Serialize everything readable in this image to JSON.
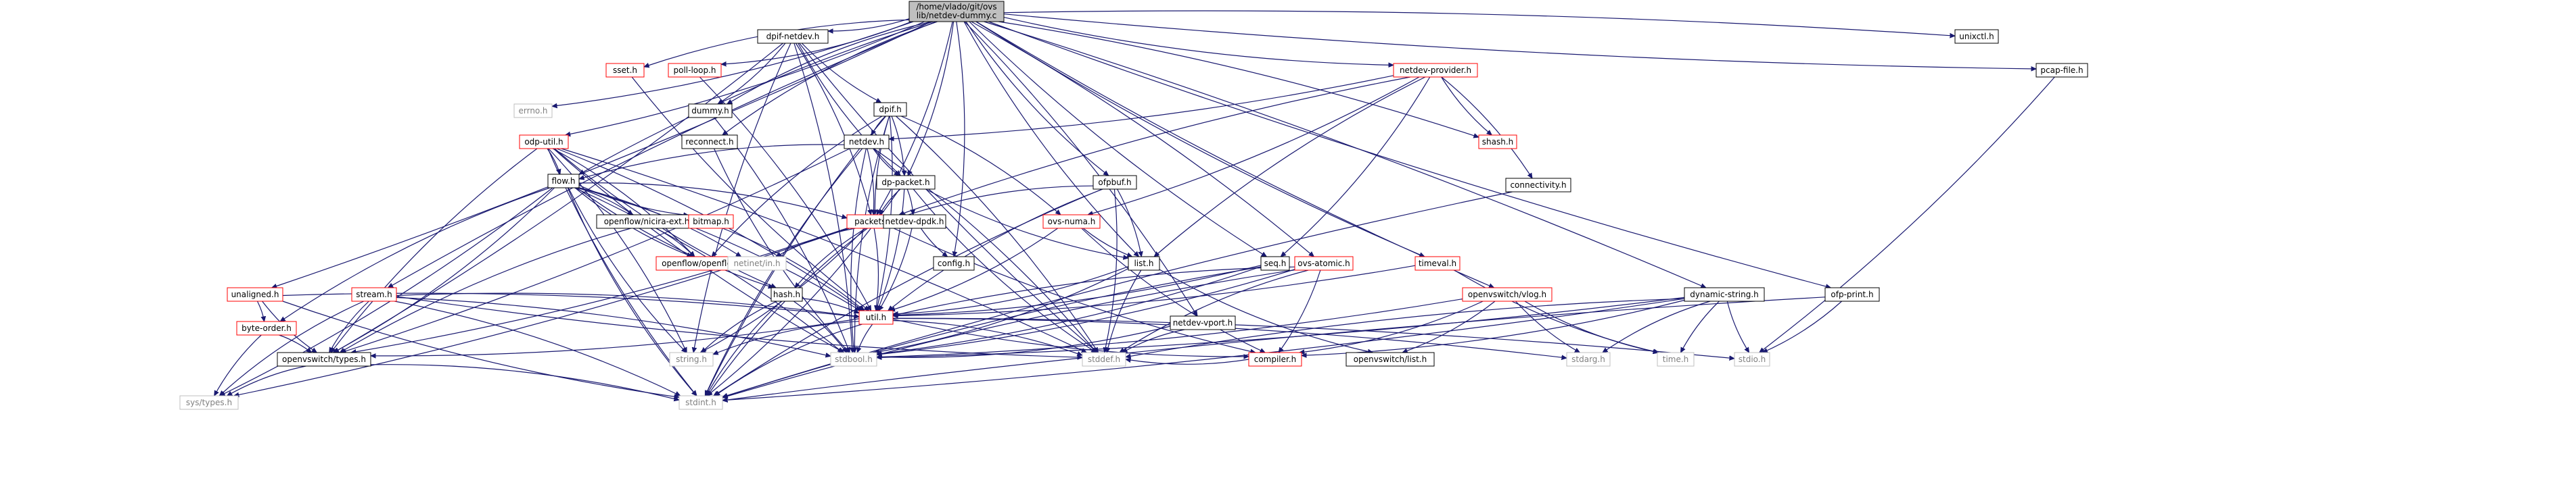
{
  "diagram": {
    "kind": "include-dependency-graph",
    "colors": {
      "edge": "#191970",
      "root_fill": "#bfbfbf",
      "box_border_normal": "#000000",
      "box_border_link": "#ff0000",
      "box_border_external": "#bfbfbf",
      "text_normal": "#000000",
      "text_external": "#808080",
      "text_link": "#ff0000"
    },
    "root": {
      "id": "root",
      "lines": [
        "/home/vlado/git/ovs",
        "lib/netdev-dummy.c"
      ]
    },
    "nodes": [
      {
        "id": "dpif-netdev",
        "label": "dpif-netdev.h",
        "style": "normal"
      },
      {
        "id": "sset",
        "label": "sset.h",
        "style": "link"
      },
      {
        "id": "poll-loop",
        "label": "poll-loop.h",
        "style": "link"
      },
      {
        "id": "netdev-provider",
        "label": "netdev-provider.h",
        "style": "link"
      },
      {
        "id": "unixctl",
        "label": "unixctl.h",
        "style": "normal"
      },
      {
        "id": "pcap-file",
        "label": "pcap-file.h",
        "style": "normal"
      },
      {
        "id": "errno",
        "label": "errno.h",
        "style": "external"
      },
      {
        "id": "dummy",
        "label": "dummy.h",
        "style": "normal"
      },
      {
        "id": "dpif",
        "label": "dpif.h",
        "style": "normal"
      },
      {
        "id": "odp-util",
        "label": "odp-util.h",
        "style": "link"
      },
      {
        "id": "reconnect",
        "label": "reconnect.h",
        "style": "normal"
      },
      {
        "id": "netdev",
        "label": "netdev.h",
        "style": "normal"
      },
      {
        "id": "shash",
        "label": "shash.h",
        "style": "link"
      },
      {
        "id": "connectivity",
        "label": "connectivity.h",
        "style": "normal"
      },
      {
        "id": "flow",
        "label": "flow.h",
        "style": "normal"
      },
      {
        "id": "dp-packet",
        "label": "dp-packet.h",
        "style": "normal"
      },
      {
        "id": "ofpbuf",
        "label": "ofpbuf.h",
        "style": "normal"
      },
      {
        "id": "nicira-ext",
        "label": "openflow/nicira-ext.h",
        "style": "normal"
      },
      {
        "id": "bitmap",
        "label": "bitmap.h",
        "style": "link"
      },
      {
        "id": "packets",
        "label": "packets.h",
        "style": "link"
      },
      {
        "id": "netdev-dpdk",
        "label": "netdev-dpdk.h",
        "style": "normal"
      },
      {
        "id": "ovs-numa",
        "label": "ovs-numa.h",
        "style": "link"
      },
      {
        "id": "openflow",
        "label": "openflow/openflow.h",
        "style": "link"
      },
      {
        "id": "netinet-in",
        "label": "netinet/in.h",
        "style": "external"
      },
      {
        "id": "config",
        "label": "config.h",
        "style": "normal"
      },
      {
        "id": "list",
        "label": "list.h",
        "style": "normal"
      },
      {
        "id": "seq",
        "label": "seq.h",
        "style": "normal"
      },
      {
        "id": "ovs-atomic",
        "label": "ovs-atomic.h",
        "style": "link"
      },
      {
        "id": "timeval",
        "label": "timeval.h",
        "style": "link"
      },
      {
        "id": "unaligned",
        "label": "unaligned.h",
        "style": "link"
      },
      {
        "id": "stream",
        "label": "stream.h",
        "style": "link"
      },
      {
        "id": "hash",
        "label": "hash.h",
        "style": "normal"
      },
      {
        "id": "util",
        "label": "util.h",
        "style": "link"
      },
      {
        "id": "byte-order",
        "label": "byte-order.h",
        "style": "link"
      },
      {
        "id": "netdev-vport",
        "label": "netdev-vport.h",
        "style": "normal"
      },
      {
        "id": "vlog",
        "label": "openvswitch/vlog.h",
        "style": "link"
      },
      {
        "id": "dynamic-string",
        "label": "dynamic-string.h",
        "style": "normal"
      },
      {
        "id": "ofp-print",
        "label": "ofp-print.h",
        "style": "normal"
      },
      {
        "id": "ovs-types",
        "label": "openvswitch/types.h",
        "style": "normal"
      },
      {
        "id": "string",
        "label": "string.h",
        "style": "external"
      },
      {
        "id": "stdbool",
        "label": "stdbool.h",
        "style": "external"
      },
      {
        "id": "stddef",
        "label": "stddef.h",
        "style": "external"
      },
      {
        "id": "compiler",
        "label": "compiler.h",
        "style": "link"
      },
      {
        "id": "ovs-list",
        "label": "openvswitch/list.h",
        "style": "normal"
      },
      {
        "id": "stdarg",
        "label": "stdarg.h",
        "style": "external"
      },
      {
        "id": "time",
        "label": "time.h",
        "style": "external"
      },
      {
        "id": "stdio",
        "label": "stdio.h",
        "style": "external"
      },
      {
        "id": "sys-types",
        "label": "sys/types.h",
        "style": "external"
      },
      {
        "id": "stdint",
        "label": "stdint.h",
        "style": "external"
      }
    ],
    "edges": [
      [
        "root",
        "dpif-netdev"
      ],
      [
        "root",
        "sset"
      ],
      [
        "root",
        "poll-loop"
      ],
      [
        "root",
        "netdev-provider"
      ],
      [
        "root",
        "unixctl"
      ],
      [
        "root",
        "pcap-file"
      ],
      [
        "root",
        "errno"
      ],
      [
        "root",
        "dummy"
      ],
      [
        "root",
        "odp-util"
      ],
      [
        "root",
        "reconnect"
      ],
      [
        "root",
        "shash"
      ],
      [
        "root",
        "flow"
      ],
      [
        "root",
        "dp-packet"
      ],
      [
        "root",
        "ofpbuf"
      ],
      [
        "root",
        "packets"
      ],
      [
        "root",
        "list"
      ],
      [
        "root",
        "ovs-atomic"
      ],
      [
        "root",
        "timeval"
      ],
      [
        "root",
        "unaligned"
      ],
      [
        "root",
        "stream"
      ],
      [
        "root",
        "netdev-vport"
      ],
      [
        "root",
        "vlog"
      ],
      [
        "root",
        "dynamic-string"
      ],
      [
        "root",
        "ofp-print"
      ],
      [
        "root",
        "config"
      ],
      [
        "root",
        "seq"
      ],
      [
        "dpif-netdev",
        "dummy"
      ],
      [
        "dpif-netdev",
        "dpif"
      ],
      [
        "dpif-netdev",
        "packets"
      ],
      [
        "dpif-netdev",
        "dp-packet"
      ],
      [
        "dpif-netdev",
        "ovs-types"
      ],
      [
        "dpif-netdev",
        "stddef"
      ],
      [
        "dpif-netdev",
        "stdbool"
      ],
      [
        "dpif-netdev",
        "string"
      ],
      [
        "dummy",
        "stdbool"
      ],
      [
        "dpif",
        "netdev"
      ],
      [
        "dpif",
        "dp-packet"
      ],
      [
        "dpif",
        "packets"
      ],
      [
        "dpif",
        "util"
      ],
      [
        "dpif",
        "openflow"
      ],
      [
        "dpif",
        "ovs-numa"
      ],
      [
        "dpif",
        "stdbool"
      ],
      [
        "dpif",
        "stddef"
      ],
      [
        "dpif",
        "stdint"
      ],
      [
        "netdev-provider",
        "netdev"
      ],
      [
        "netdev-provider",
        "shash"
      ],
      [
        "netdev-provider",
        "connectivity"
      ],
      [
        "netdev-provider",
        "packets"
      ],
      [
        "netdev-provider",
        "seq"
      ],
      [
        "netdev-provider",
        "list"
      ],
      [
        "netdev-provider",
        "ovs-numa"
      ],
      [
        "netdev",
        "flow"
      ],
      [
        "netdev",
        "packets"
      ],
      [
        "netdev",
        "dp-packet"
      ],
      [
        "netdev",
        "ovs-types"
      ],
      [
        "netdev",
        "stdbool"
      ],
      [
        "netdev",
        "stddef"
      ],
      [
        "netdev",
        "stdint"
      ],
      [
        "odp-util",
        "flow"
      ],
      [
        "odp-util",
        "hash"
      ],
      [
        "odp-util",
        "openflow"
      ],
      [
        "odp-util",
        "ovs-types"
      ],
      [
        "odp-util",
        "util"
      ],
      [
        "odp-util",
        "stdbool"
      ],
      [
        "odp-util",
        "stddef"
      ],
      [
        "odp-util",
        "stdint"
      ],
      [
        "odp-util",
        "string"
      ],
      [
        "reconnect",
        "stdbool"
      ],
      [
        "flow",
        "nicira-ext"
      ],
      [
        "flow",
        "bitmap"
      ],
      [
        "flow",
        "packets"
      ],
      [
        "flow",
        "hash"
      ],
      [
        "flow",
        "util"
      ],
      [
        "flow",
        "openflow"
      ],
      [
        "flow",
        "netinet-in"
      ],
      [
        "flow",
        "byte-order"
      ],
      [
        "flow",
        "sys-types"
      ],
      [
        "flow",
        "string"
      ],
      [
        "flow",
        "stdbool"
      ],
      [
        "flow",
        "stdint"
      ],
      [
        "flow",
        "ovs-types"
      ],
      [
        "dp-packet",
        "packets"
      ],
      [
        "dp-packet",
        "netdev-dpdk"
      ],
      [
        "dp-packet",
        "list"
      ],
      [
        "dp-packet",
        "util"
      ],
      [
        "dp-packet",
        "stddef"
      ],
      [
        "dp-packet",
        "stdint"
      ],
      [
        "ofpbuf",
        "packets"
      ],
      [
        "ofpbuf",
        "list"
      ],
      [
        "ofpbuf",
        "util"
      ],
      [
        "ofpbuf",
        "stddef"
      ],
      [
        "ofpbuf",
        "stdint"
      ],
      [
        "nicira-ext",
        "openflow"
      ],
      [
        "nicira-ext",
        "ovs-types"
      ],
      [
        "bitmap",
        "util"
      ],
      [
        "packets",
        "hash"
      ],
      [
        "packets",
        "util"
      ],
      [
        "packets",
        "netinet-in"
      ],
      [
        "packets",
        "string"
      ],
      [
        "packets",
        "compiler"
      ],
      [
        "packets",
        "sys-types"
      ],
      [
        "packets",
        "stdint"
      ],
      [
        "packets",
        "ovs-types"
      ],
      [
        "netdev-dpdk",
        "config"
      ],
      [
        "netdev-dpdk",
        "util"
      ],
      [
        "ovs-numa",
        "list"
      ],
      [
        "ovs-numa",
        "util"
      ],
      [
        "ovs-numa",
        "compiler"
      ],
      [
        "list",
        "util"
      ],
      [
        "list",
        "ovs-list"
      ],
      [
        "list",
        "stdbool"
      ],
      [
        "list",
        "stddef"
      ],
      [
        "seq",
        "util"
      ],
      [
        "seq",
        "stdint"
      ],
      [
        "seq",
        "stdbool"
      ],
      [
        "ovs-atomic",
        "util"
      ],
      [
        "ovs-atomic",
        "compiler"
      ],
      [
        "ovs-atomic",
        "stddef"
      ],
      [
        "ovs-atomic",
        "stdbool"
      ],
      [
        "ovs-atomic",
        "stdint"
      ],
      [
        "timeval",
        "util"
      ],
      [
        "timeval",
        "time"
      ],
      [
        "unaligned",
        "byte-order"
      ],
      [
        "unaligned",
        "ovs-types"
      ],
      [
        "unaligned",
        "util"
      ],
      [
        "unaligned",
        "stdint"
      ],
      [
        "stream",
        "util"
      ],
      [
        "stream",
        "ovs-types"
      ],
      [
        "stream",
        "stdbool"
      ],
      [
        "stream",
        "stddef"
      ],
      [
        "stream",
        "stdint"
      ],
      [
        "stream",
        "sys-types"
      ],
      [
        "hash",
        "util"
      ],
      [
        "hash",
        "string"
      ],
      [
        "hash",
        "stdbool"
      ],
      [
        "hash",
        "stdint"
      ],
      [
        "util",
        "ovs-types"
      ],
      [
        "util",
        "compiler"
      ],
      [
        "util",
        "stdarg"
      ],
      [
        "util",
        "stdbool"
      ],
      [
        "util",
        "stddef"
      ],
      [
        "util",
        "stdint"
      ],
      [
        "util",
        "stdio"
      ],
      [
        "util",
        "string"
      ],
      [
        "byte-order",
        "ovs-types"
      ],
      [
        "byte-order",
        "sys-types"
      ],
      [
        "netdev-vport",
        "stdbool"
      ],
      [
        "netdev-vport",
        "stddef"
      ],
      [
        "vlog",
        "compiler"
      ],
      [
        "vlog",
        "stdarg"
      ],
      [
        "vlog",
        "stdbool"
      ],
      [
        "vlog",
        "time"
      ],
      [
        "vlog",
        "ovs-list"
      ],
      [
        "dynamic-string",
        "stdarg"
      ],
      [
        "dynamic-string",
        "stdbool"
      ],
      [
        "dynamic-string",
        "stddef"
      ],
      [
        "dynamic-string",
        "stdint"
      ],
      [
        "dynamic-string",
        "stdio"
      ],
      [
        "dynamic-string",
        "compiler"
      ],
      [
        "dynamic-string",
        "time"
      ],
      [
        "ofp-print",
        "stdio"
      ],
      [
        "ofp-print",
        "stdint"
      ],
      [
        "pcap-file",
        "stdio"
      ],
      [
        "connectivity",
        "stdint"
      ],
      [
        "poll-loop",
        "util"
      ],
      [
        "sset",
        "util"
      ],
      [
        "ovs-types",
        "stdint"
      ],
      [
        "ovs-types",
        "sys-types"
      ],
      [
        "compiler",
        "stddef"
      ]
    ]
  }
}
